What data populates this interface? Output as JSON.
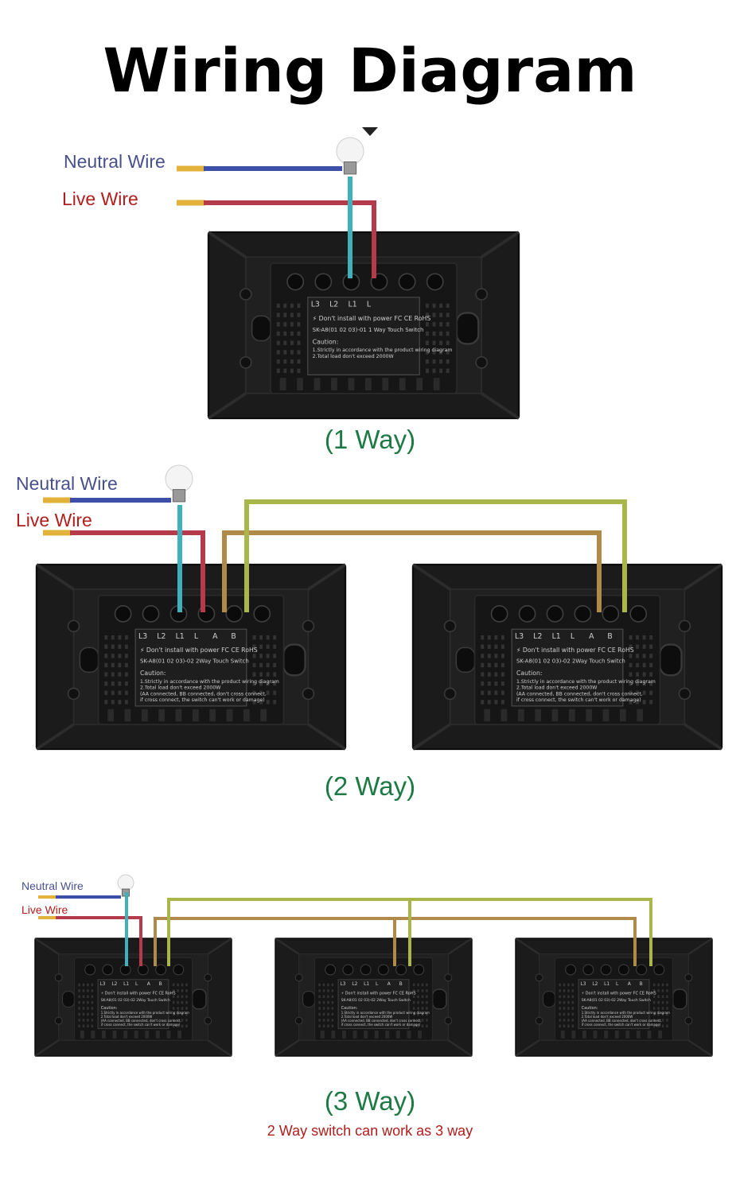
{
  "title": "Wiring Diagram",
  "colors": {
    "neutral": "#3d4fa8",
    "live": "#b53a4a",
    "load": "#3fb1bd",
    "traveler_a": "#b08a48",
    "traveler_b": "#a9b64a",
    "caption": "#1e7a44",
    "panel": "#1b1b1b"
  },
  "diagrams": [
    {
      "id": "one-way",
      "caption": "(1 Way)",
      "neutral_label": "Neutral Wire",
      "live_label": "Live Wire",
      "switch_count": 1
    },
    {
      "id": "two-way",
      "caption": "(2 Way)",
      "neutral_label": "Neutral Wire",
      "live_label": "Live Wire",
      "switch_count": 2
    },
    {
      "id": "three-way",
      "caption": "(3 Way)",
      "neutral_label": "Neutral Wire",
      "live_label": "Live Wire",
      "switch_count": 3,
      "note": "2 Way switch can work as 3 way"
    }
  ],
  "switch_label": {
    "terminals_1way": [
      "L3",
      "L2",
      "L1",
      "L"
    ],
    "terminals_2way": [
      "L3",
      "L2",
      "L1",
      "L",
      "A",
      "B"
    ],
    "warning": "Don't install with power",
    "certs": "FC CE RoHS",
    "model_1way": "SK-A8(01 02 03)-01   1 Way Touch Switch",
    "model_2way": "SK-A8(01 02 03)-02   2Way Touch Switch",
    "caution": "Caution:",
    "rule1": "1.Strictly in accordance with the product wiring diagram",
    "rule2": "2.Total load don't exceed 2000W",
    "rule3": "(AA connected, BB connected, don't cross connect,",
    "rule4": "if cross connect, the switch can't work or damage)"
  }
}
